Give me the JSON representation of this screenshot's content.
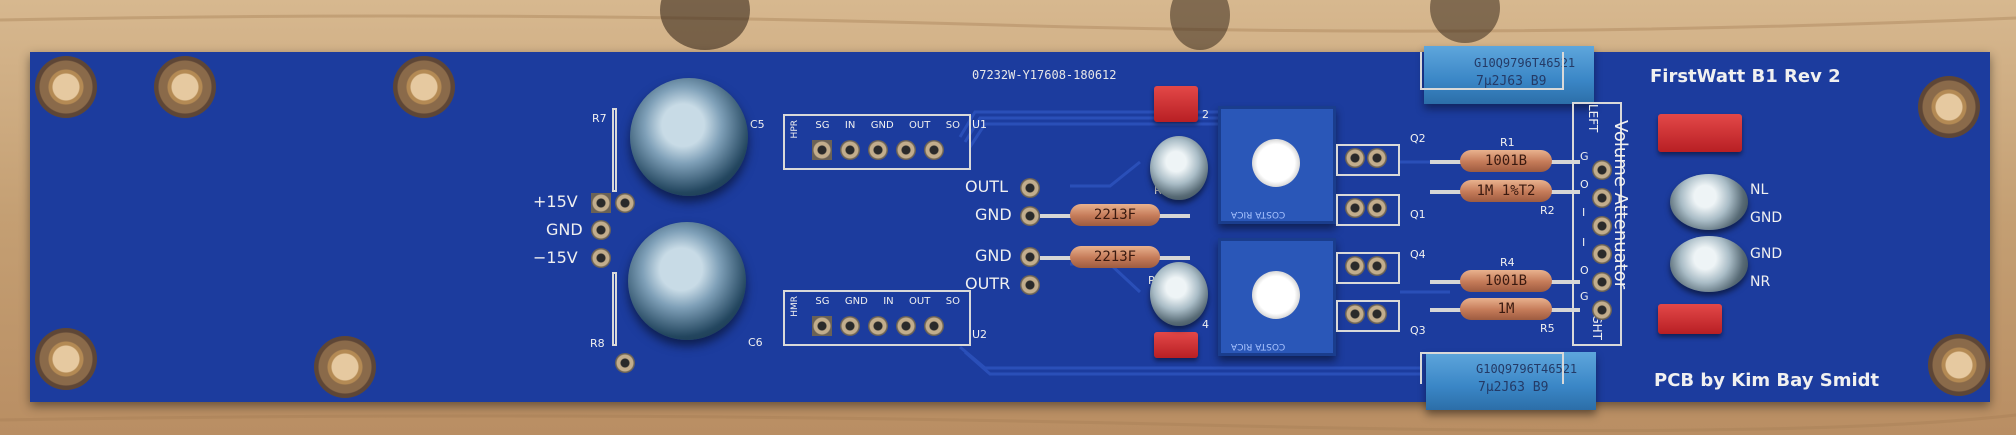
{
  "board": {
    "title": "FirstWatt B1 Rev 2",
    "credit": "PCB by Kim Bay Smidt",
    "serial": "07232W-Y17608-180612",
    "attenuator_label": "Volume Attenuator"
  },
  "power": {
    "plus": "+15V",
    "gnd": "GND",
    "minus": "−15V"
  },
  "designators": {
    "r7": "R7",
    "r8": "R8",
    "c5": "C5",
    "c6": "C6",
    "u1": "U1",
    "u2": "U2",
    "r3": "R3",
    "r6": "R6",
    "q1": "Q1",
    "q2": "Q2",
    "q3": "Q3",
    "q4": "Q4",
    "r1": "R1",
    "r2": "R2",
    "r4": "R4",
    "r5": "R5",
    "p2": "2",
    "p4": "4"
  },
  "module_u1": {
    "labels": [
      "HPR",
      "SG",
      "IN",
      "GND",
      "OUT",
      "SO"
    ]
  },
  "module_u2": {
    "labels": [
      "HMR",
      "SG",
      "GND",
      "IN",
      "OUT",
      "SO"
    ]
  },
  "io": {
    "outl": "OUTL",
    "gnd1": "GND",
    "gnd2": "GND",
    "outr": "OUTR"
  },
  "left_pins": {
    "left": "LEFT",
    "g": "G",
    "o": "O",
    "i": "I"
  },
  "right_pins": {
    "i": "I",
    "o": "O",
    "g": "G",
    "right": "RGHT"
  },
  "right_header": {
    "nl": "NL",
    "gnd1": "GND",
    "gnd2": "GND",
    "nr": "NR"
  },
  "resistors": {
    "r3_mark": "2213F",
    "r6_mark": "2213F",
    "r1_mark": "1001B",
    "r2_mark": "1M  1%T2",
    "r4_mark": "1001B",
    "r5_mark": "1M"
  },
  "film_caps": {
    "top_line1": "G10Q9796T46521",
    "top_line2": "7μ2J63 B9",
    "bottom_line1": "G10Q9796T46521",
    "bottom_line2": "7μ2J63 B9"
  },
  "pot_brand": "COSTA RICA",
  "colors": {
    "pcb": "#1c3c9e",
    "silkscreen": "#f0f0f0",
    "wood": "#c9a77c",
    "jumper": "#c9252a",
    "film_cap": "#3a86c6",
    "pot": "#2a57b8"
  },
  "icons": [
    "mounting-hole",
    "electrolytic-capacitor",
    "trimmer-potentiometer",
    "jumper-header"
  ]
}
